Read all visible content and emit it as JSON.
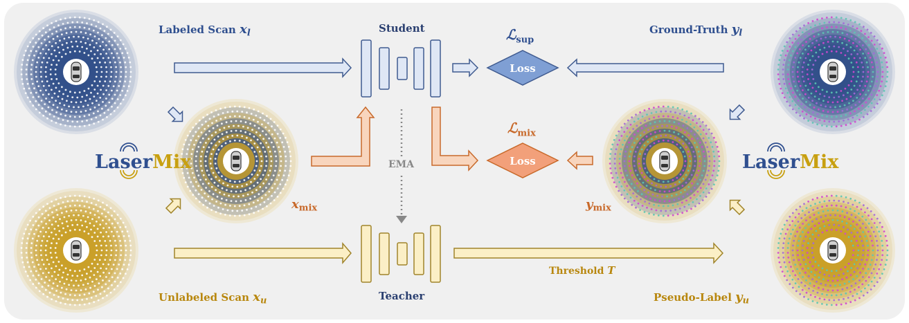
{
  "labels": {
    "labeled_scan": "Labeled Scan",
    "labeled_scan_var": "x",
    "labeled_scan_sub": "l",
    "unlabeled_scan": "Unlabeled Scan",
    "unlabeled_scan_var": "x",
    "unlabeled_scan_sub": "u",
    "mix_input_var": "x",
    "mix_input_sub": "mix",
    "ground_truth": "Ground-Truth",
    "ground_truth_var": "y",
    "ground_truth_sub": "l",
    "pseudo_label": "Pseudo-Label",
    "pseudo_label_var": "y",
    "pseudo_label_sub": "u",
    "mix_label_var": "y",
    "mix_label_sub": "mix",
    "student": "Student",
    "teacher": "Teacher",
    "ema": "EMA",
    "threshold": "Threshold",
    "threshold_var": "T",
    "loss_sup_symbol": "ℒ",
    "loss_sup_sub": "sup",
    "loss_mix_symbol": "ℒ",
    "loss_mix_sub": "mix",
    "loss_sup_text": "Loss",
    "loss_mix_text": "Loss",
    "logo_left_a": "Laser",
    "logo_left_b": "Mix",
    "logo_right_a": "Laser",
    "logo_right_b": "Mix"
  },
  "colors": {
    "background_panel": "#f0f0f0",
    "blue_fill": "#dfe7f5",
    "blue_stroke": "#3f5a8f",
    "orange_fill": "#f8d5bd",
    "orange_stroke": "#c8692a",
    "yellow_fill": "#fbefc6",
    "yellow_stroke": "#a0842a",
    "loss_sup_fill": "#7f9fd4",
    "loss_mix_fill": "#f2a07a",
    "scan_blue": "#32508a",
    "scan_gold": "#c9a02a",
    "label_magenta": "#d048d0",
    "label_teal": "#5cc6b2",
    "label_violet": "#a468d8"
  },
  "icons": {
    "car": "car-icon",
    "laser": "laser-beam-icon"
  }
}
